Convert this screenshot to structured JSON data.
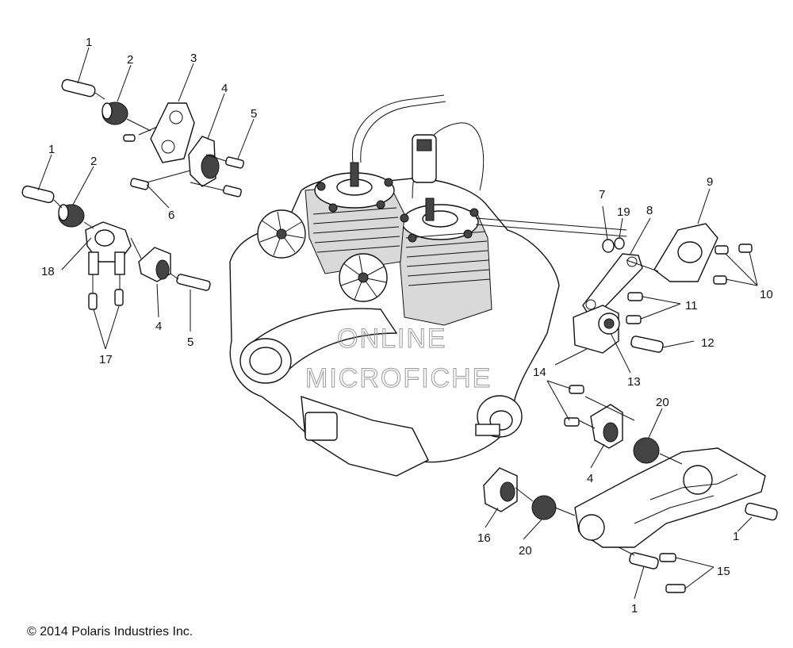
{
  "copyright": "© 2014 Polaris Industries Inc.",
  "watermark": {
    "line1": "ONLINE",
    "line2": "MICROFICHE"
  },
  "callouts": [
    "1",
    "2",
    "3",
    "4",
    "5",
    "6",
    "1",
    "2",
    "18",
    "17",
    "4",
    "5",
    "7",
    "19",
    "8",
    "9",
    "10",
    "11",
    "12",
    "13",
    "14",
    "4",
    "20",
    "16",
    "20",
    "1",
    "15",
    "1"
  ]
}
